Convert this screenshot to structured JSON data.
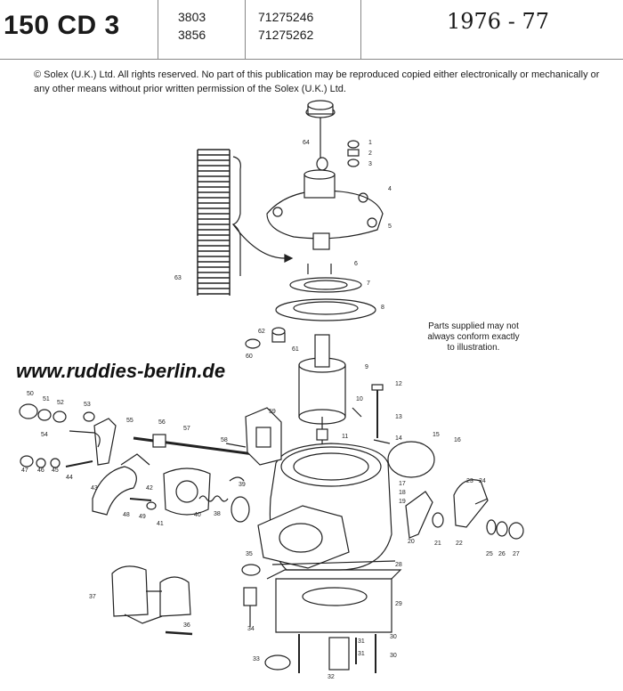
{
  "header": {
    "model": "150 CD 3",
    "codes_a": [
      "3803",
      "3856"
    ],
    "codes_b": [
      "71275246",
      "71275262"
    ],
    "years": "1976 - 77"
  },
  "copyright": "© Solex (U.K.) Ltd. All rights reserved. No part of this publication may be reproduced copied either electronically or mechanically or any other means without prior written permission of the Solex (U.K.) Ltd.",
  "note": [
    "Parts supplied may not",
    "always conform exactly",
    "to illustration."
  ],
  "watermark": "www.ruddies-berlin.de",
  "part_labels": [
    "1",
    "2",
    "3",
    "4",
    "5",
    "6",
    "7",
    "8",
    "9",
    "10",
    "11",
    "12",
    "13",
    "14",
    "15",
    "16",
    "17",
    "18",
    "19",
    "20",
    "21",
    "22",
    "23",
    "24",
    "25",
    "26",
    "27",
    "28",
    "29",
    "30",
    "31",
    "32",
    "33",
    "34",
    "35",
    "36",
    "37",
    "38",
    "39",
    "40",
    "41",
    "42",
    "43",
    "44",
    "45",
    "46",
    "47",
    "48",
    "49",
    "50",
    "51",
    "52",
    "53",
    "54",
    "55",
    "56",
    "57",
    "58",
    "59",
    "60",
    "61",
    "62",
    "63",
    "64"
  ]
}
